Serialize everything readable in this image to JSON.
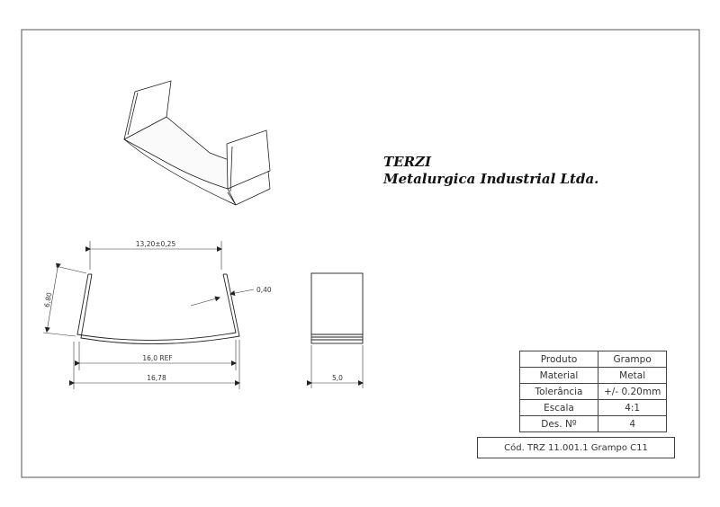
{
  "company": {
    "name": "TERZI",
    "subtitle": "Metalurgica Industrial Ltda."
  },
  "dimensions": {
    "top_width": "13,20±0,25",
    "height": "6,80",
    "thickness": "0,40",
    "ref_width": "16,0 REF",
    "total_width": "16,78",
    "depth": "5,0"
  },
  "title_block": {
    "rows": [
      {
        "label": "Produto",
        "value": "Grampo"
      },
      {
        "label": "Material",
        "value": "Metal"
      },
      {
        "label": "Tolerância",
        "value": "+/- 0.20mm"
      },
      {
        "label": "Escala",
        "value": "4:1"
      },
      {
        "label": "Des. Nº",
        "value": "4"
      }
    ],
    "code": "Cód. TRZ 11.001.1 Grampo C11"
  }
}
